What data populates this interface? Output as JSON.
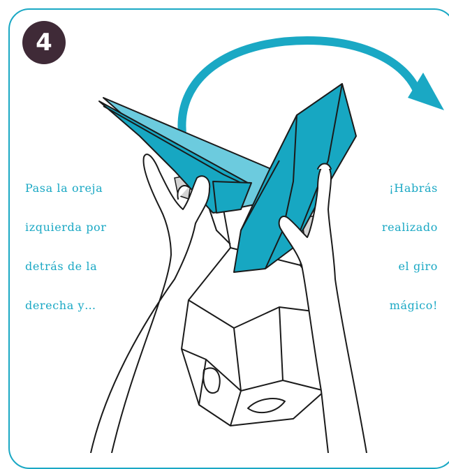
{
  "step": {
    "number": "4"
  },
  "caption_left": {
    "lines": [
      "Pasa la oreja",
      "izquierda por",
      "detrás de la",
      "derecha y…"
    ]
  },
  "caption_right": {
    "lines": [
      "¡Habrás",
      "realizado",
      "el giro",
      "mágico!"
    ]
  },
  "colors": {
    "accent": "#1aa8c4",
    "paper_dark": "#17a7c2",
    "paper_light": "#6ccbde",
    "badge": "#3f2a37",
    "outline": "#1a1a1a"
  },
  "icons": [
    "rotation-arrow-icon"
  ]
}
